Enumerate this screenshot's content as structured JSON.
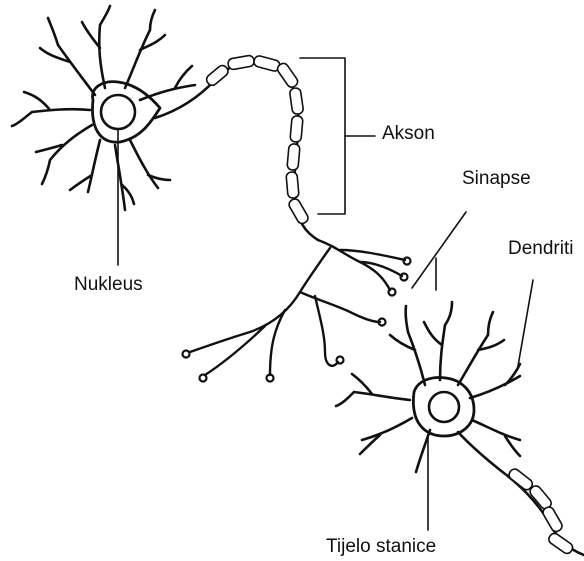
{
  "labels": {
    "axon": "Akson",
    "synapse": "Sinapse",
    "dendrites": "Dendriti",
    "nucleus": "Nukleus",
    "cell_body": "Tijelo stanice"
  }
}
